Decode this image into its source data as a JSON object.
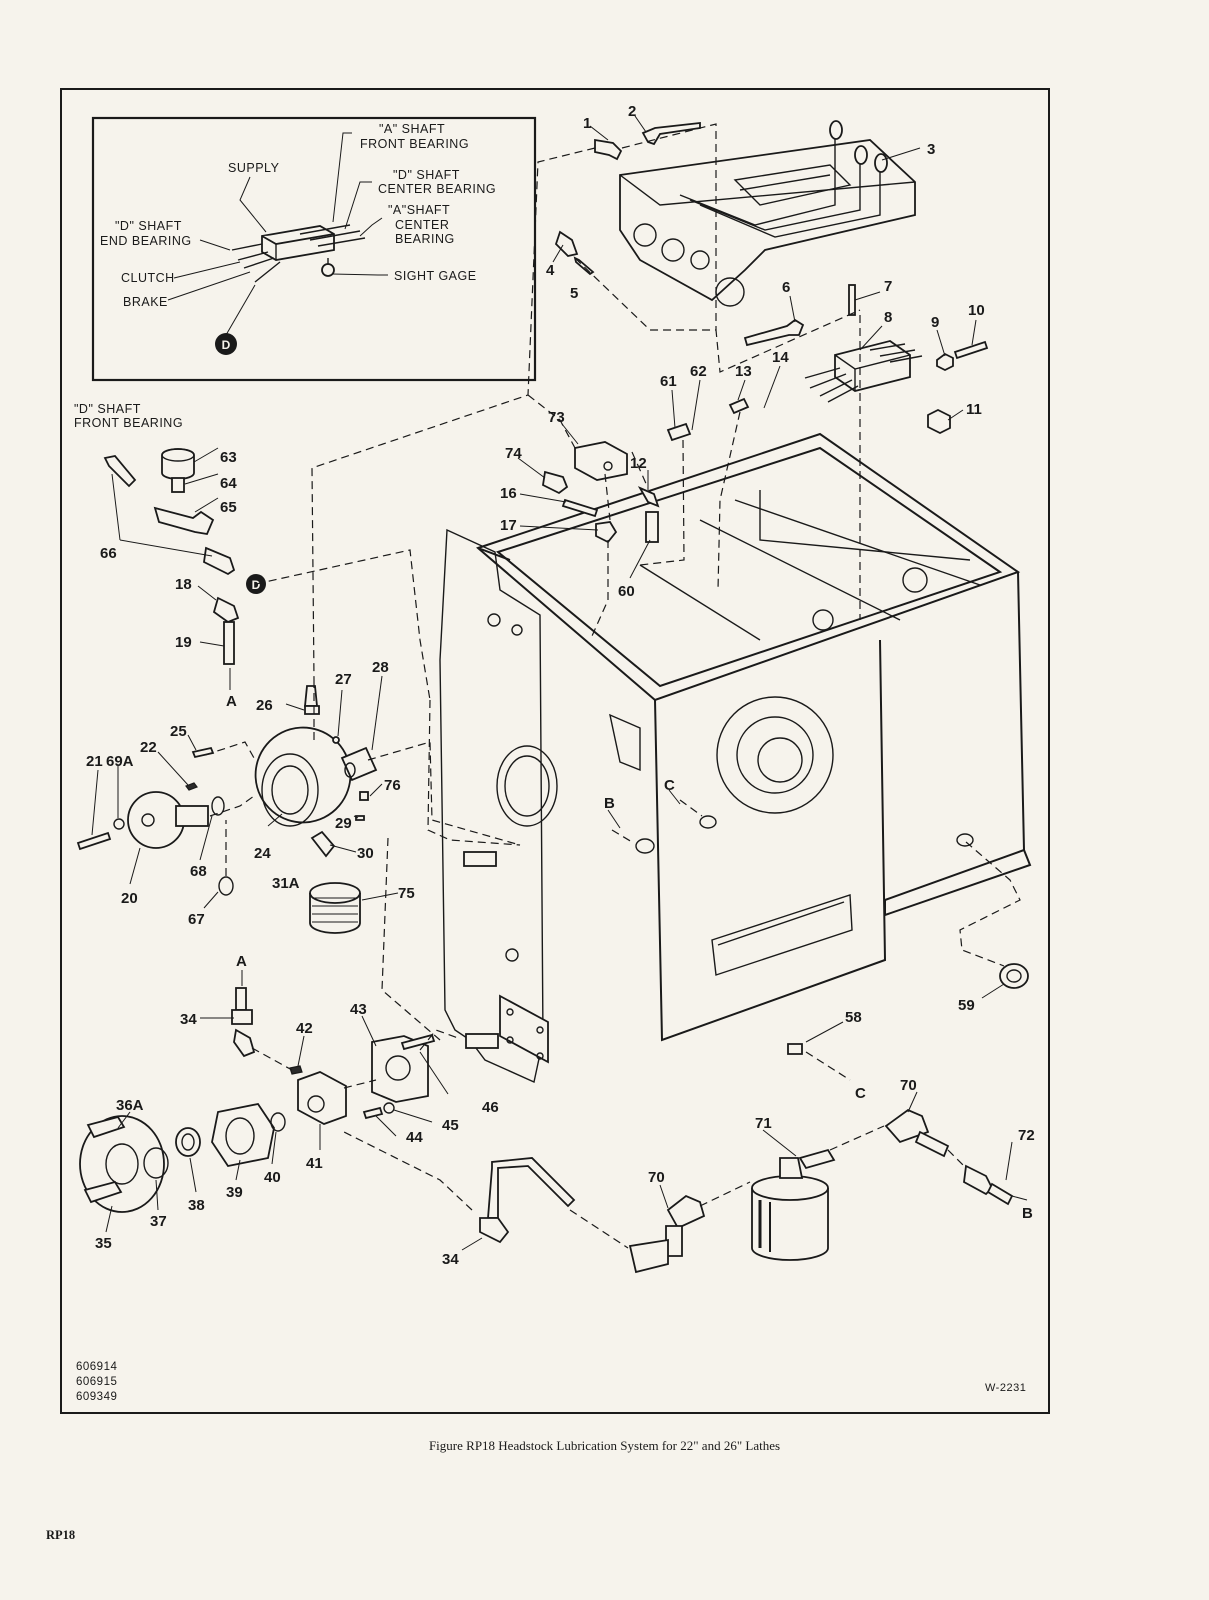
{
  "figure": {
    "caption": "Figure RP18  Headstock Lubrication System for 22\" and 26\" Lathes",
    "page_id": "RP18",
    "drawing_number": "W-2231",
    "part_codes": [
      "606914",
      "606915",
      "609349"
    ]
  },
  "inset": {
    "labels": {
      "a_front": [
        "\"A\" SHAFT",
        "FRONT BEARING"
      ],
      "supply": "SUPPLY",
      "d_center": [
        "\"D\" SHAFT",
        "CENTER BEARING"
      ],
      "a_center": [
        "\"A\"SHAFT",
        "CENTER",
        "BEARING"
      ],
      "d_end": [
        "\"D\" SHAFT",
        "END BEARING"
      ],
      "clutch": "CLUTCH",
      "sight": "SIGHT GAGE",
      "brake": "BRAKE",
      "marker": "D"
    }
  },
  "d_front": [
    "\"D\" SHAFT",
    "FRONT BEARING"
  ],
  "marker_d": "D",
  "callouts": {
    "c1": "1",
    "c2": "2",
    "c3": "3",
    "c4": "4",
    "c5": "5",
    "c6": "6",
    "c7": "7",
    "c8": "8",
    "c9": "9",
    "c10": "10",
    "c11": "11",
    "c12": "12",
    "c13": "13",
    "c14": "14",
    "c16": "16",
    "c17": "17",
    "c18": "18",
    "c19": "19",
    "c20": "20",
    "c21": "21",
    "c22": "22",
    "c24": "24",
    "c25": "25",
    "c26": "26",
    "c27": "27",
    "c28": "28",
    "c29": "29",
    "c30": "30",
    "c31a": "31A",
    "c34a": "34",
    "c34b": "34",
    "c35": "35",
    "c36a": "36A",
    "c37": "37",
    "c38": "38",
    "c39": "39",
    "c40": "40",
    "c41": "41",
    "c42": "42",
    "c43": "43",
    "c44": "44",
    "c45": "45",
    "c46": "46",
    "c58": "58",
    "c59": "59",
    "c60": "60",
    "c61": "61",
    "c62": "62",
    "c63": "63",
    "c64": "64",
    "c65": "65",
    "c66": "66",
    "c67": "67",
    "c68": "68",
    "c69a": "69A",
    "c70a": "70",
    "c70b": "70",
    "c71": "71",
    "c72": "72",
    "c73": "73",
    "c74": "74",
    "c75": "75",
    "c76": "76",
    "refA1": "A",
    "refA2": "A",
    "refB1": "B",
    "refB2": "B",
    "refC1": "C",
    "refC2": "C"
  }
}
